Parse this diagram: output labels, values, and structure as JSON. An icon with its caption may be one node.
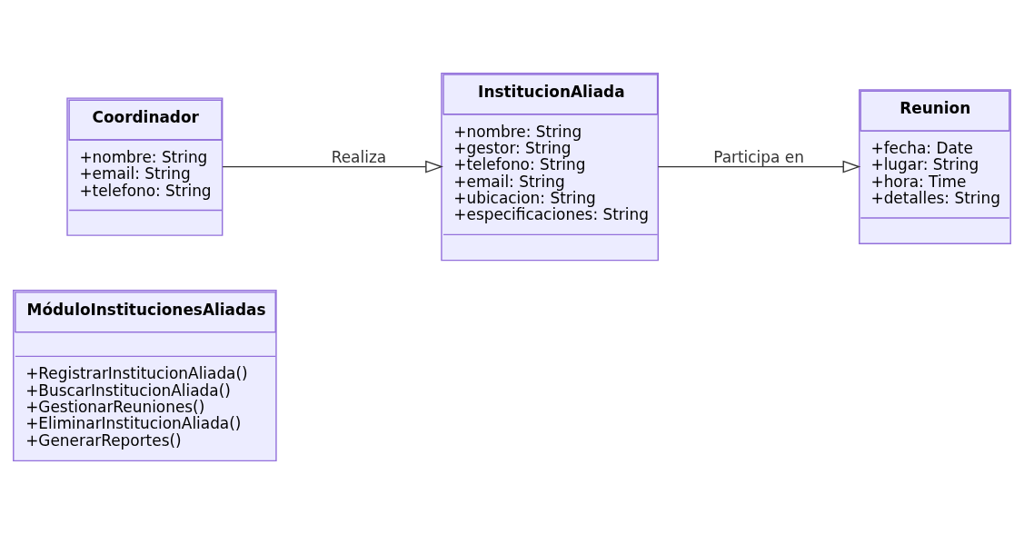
{
  "diagram": {
    "nodes": [
      {
        "text": [
          "MóduloInstitucionesAliadas",
          "+RegistrarInstitucionAliada()",
          "+BuscarInstitucionAliada()",
          "+GestionarReuniones()",
          "+EliminarInstitucionAliada()",
          "+GenerarReportes()"
        ]
      },
      {
        "text": [
          "Coordinador",
          "+nombre: String",
          "+email: String",
          "+telefono: String"
        ]
      },
      {
        "text": [
          "InstitucionAliada",
          "+nombre: String",
          "+gestor: String",
          "+telefono: String",
          "+email: String",
          "+ubicacion: String",
          "+especificaciones: String"
        ]
      },
      {
        "text": [
          "Reunion",
          "+fecha: Date",
          "+lugar: String",
          "+hora: Time",
          "+detalles: String"
        ]
      }
    ],
    "edges": [
      {
        "from": 1,
        "to": 2,
        "arrow": "to",
        "label": "Realiza"
      },
      {
        "from": 2,
        "to": 3,
        "arrow": "to",
        "label": "Participa en"
      }
    ]
  }
}
